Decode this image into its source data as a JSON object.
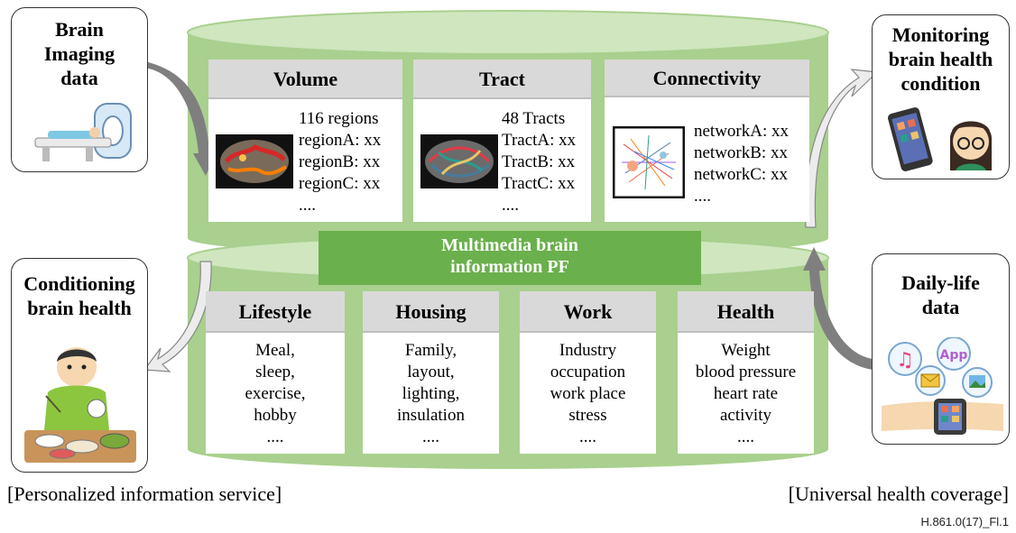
{
  "left_boxes": {
    "brain_imaging": {
      "title_lines": [
        "Brain",
        "Imaging",
        "data"
      ]
    },
    "conditioning": {
      "title_lines": [
        "Conditioning",
        "brain health"
      ]
    }
  },
  "right_boxes": {
    "monitoring": {
      "title_lines": [
        "Monitoring",
        "brain health",
        "condition"
      ]
    },
    "daily_life": {
      "title_lines": [
        "Daily-life",
        "data"
      ],
      "icon_labels": {
        "music": "♫",
        "app": "App"
      }
    }
  },
  "brain_cards": [
    {
      "header": "Volume",
      "lines": [
        "116 regions",
        "regionA: xx",
        "regionB: xx",
        "regionC: xx",
        "...."
      ]
    },
    {
      "header": "Tract",
      "lines": [
        "48 Tracts",
        "TractA: xx",
        "TractB: xx",
        "TractC: xx",
        "...."
      ]
    },
    {
      "header": "Connectivity",
      "lines": [
        "networkA: xx",
        "networkB: xx",
        "networkC: xx",
        "...."
      ]
    }
  ],
  "platform": {
    "title_lines": [
      "Multimedia brain",
      "information PF"
    ]
  },
  "life_cards": [
    {
      "header": "Lifestyle",
      "lines": [
        "Meal,",
        "sleep,",
        "exercise,",
        "hobby",
        "...."
      ]
    },
    {
      "header": "Housing",
      "lines": [
        "Family,",
        "layout,",
        "lighting,",
        "insulation",
        "...."
      ]
    },
    {
      "header": "Work",
      "lines": [
        "Industry",
        "occupation",
        "work place",
        "stress",
        "...."
      ]
    },
    {
      "header": "Health",
      "lines": [
        "Weight",
        "blood pressure",
        "heart rate",
        "activity",
        "...."
      ]
    }
  ],
  "captions": {
    "left": "[Personalized information service]",
    "right": "[Universal health coverage]",
    "figure_id": "H.861.0(17)_Fl.1"
  },
  "colors": {
    "cylinder_green": "#a9d08e",
    "cylinder_top": "#cfe6bf",
    "banner_green": "#6ab04c",
    "header_gray": "#d9d9d9",
    "arrow_gray": "#7f7f7f"
  }
}
